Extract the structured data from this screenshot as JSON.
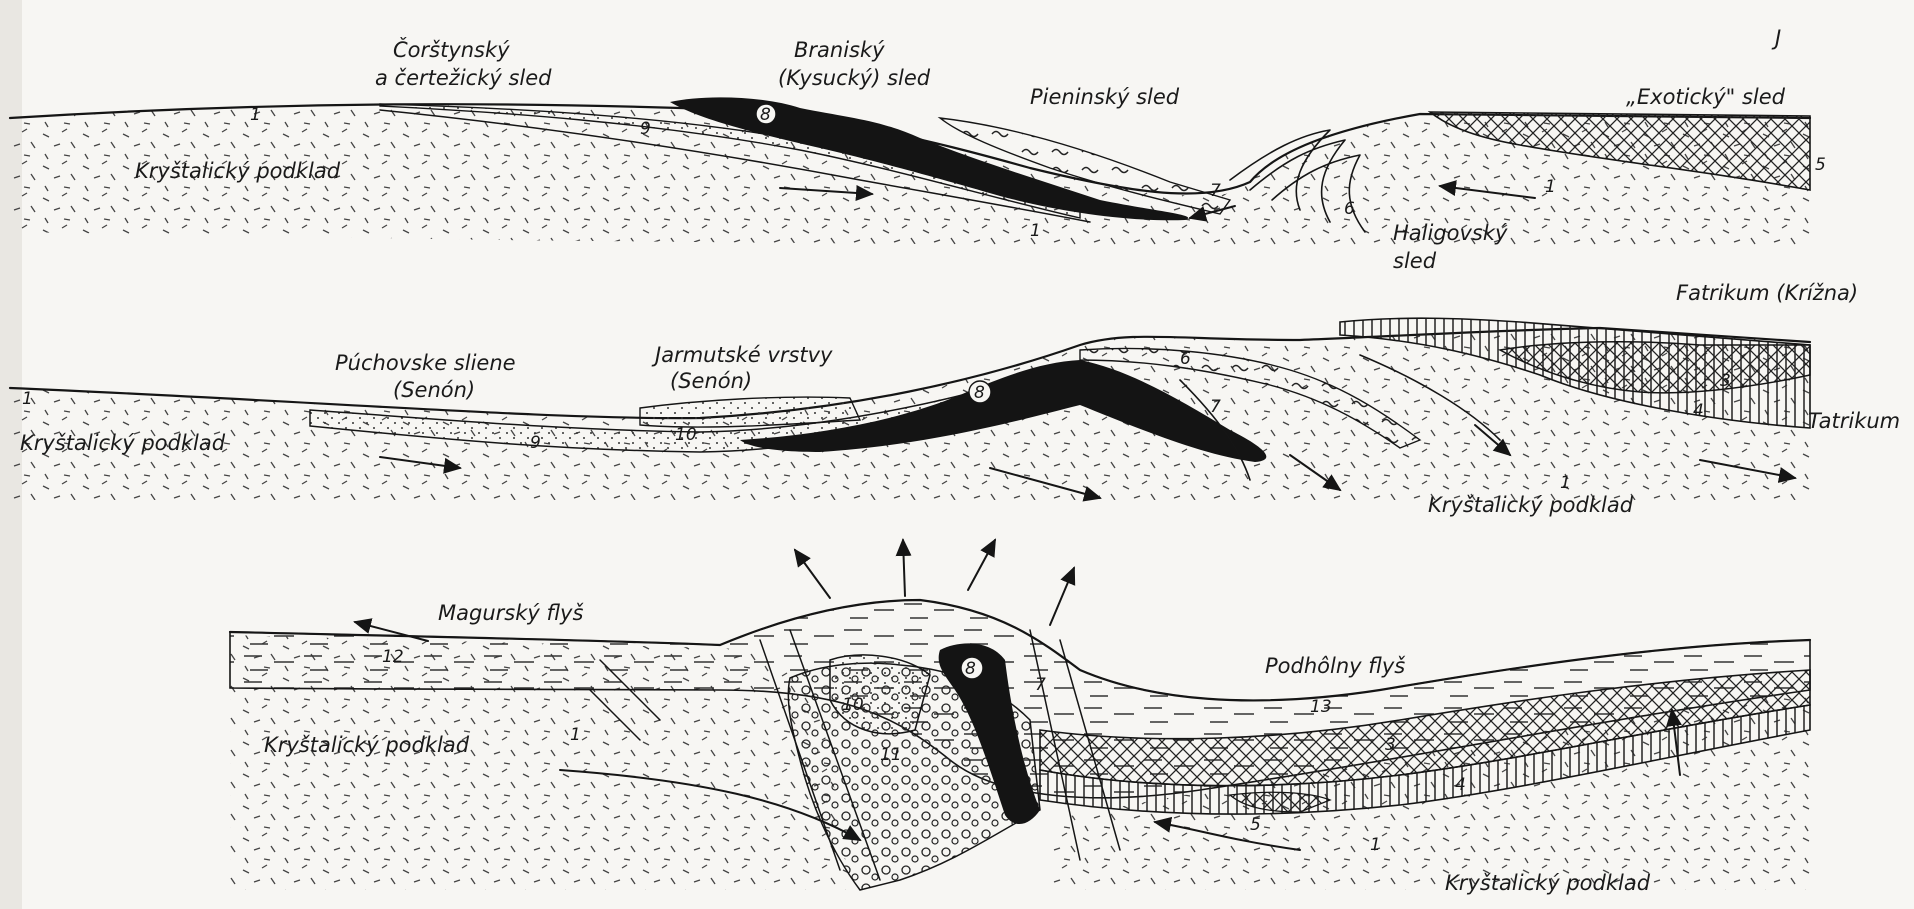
{
  "corner_mark": "J",
  "colors": {
    "paper": "#f7f6f3",
    "ink": "#151515"
  },
  "profiles": [
    {
      "labels": {
        "corstynsky": [
          "Čorštynský",
          "a čertežický sled"
        ],
        "branisky": [
          "Braniský",
          "(Kysucký) sled"
        ],
        "pieninsky": "Pieninský sled",
        "exoticky": "„Exotický\" sled",
        "krystalicky": "Kryštalický podklad",
        "haligovsky": [
          "Haligovský",
          "sled"
        ]
      },
      "numbers": {
        "n1a": "1",
        "n9": "9",
        "n8": "8",
        "n7": "7",
        "n6": "6",
        "n1b": "1",
        "n5": "5",
        "n1c": "1"
      }
    },
    {
      "labels": {
        "puchovske": [
          "Púchovske sliene",
          "(Senón)"
        ],
        "jarmutske": [
          "Jarmutské vrstvy",
          "(Senón)"
        ],
        "fatrikum": "Fatrikum (Krížna)",
        "tatrikum": "Tatrikum",
        "krystalicky_left": "Kryštalický podklad",
        "krystalicky_right": "Kryštalický podklad"
      },
      "numbers": {
        "n1": "1",
        "n9": "9",
        "n10": "10",
        "n8": "8",
        "n6": "6",
        "n7": "7",
        "n3": "3",
        "n4": "4",
        "n1b": "1"
      }
    },
    {
      "labels": {
        "magursky": "Magurský flyš",
        "podhol": "Podhôlny flyš",
        "krystalicky_left": "Kryštalický podklad",
        "krystalicky_right": "Kryštalický podklad"
      },
      "numbers": {
        "n12": "12",
        "n1": "1",
        "n10": "10",
        "n8": "8",
        "n11": "11",
        "n7": "7",
        "n13": "13",
        "n3": "3",
        "n4": "4",
        "n5": "5",
        "n1b": "1"
      }
    }
  ]
}
